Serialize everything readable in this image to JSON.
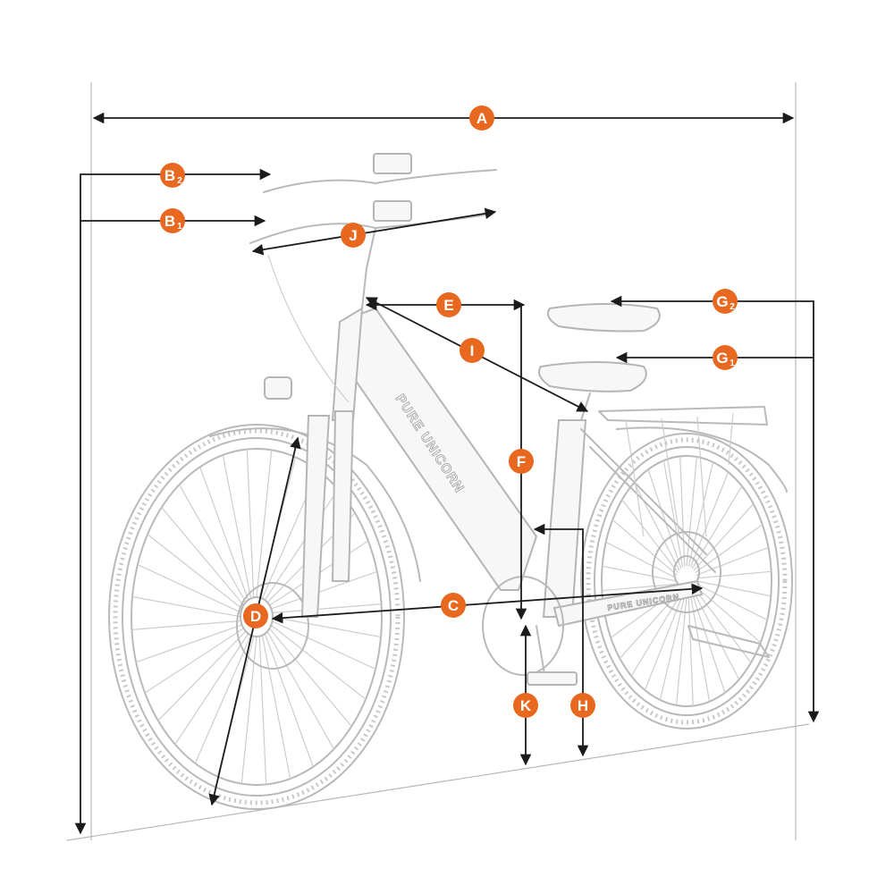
{
  "brand": {
    "frame_text": "PURE UNICORN",
    "chainstay_text": "PURE UNICORN"
  },
  "colors": {
    "badge": "#e8681f",
    "dimension_line": "#1b1b1b",
    "sketch": "#b9b9b9"
  },
  "dimensions": {
    "A": {
      "letter": "A",
      "sub": ""
    },
    "B2": {
      "letter": "B",
      "sub": "2"
    },
    "B1": {
      "letter": "B",
      "sub": "1"
    },
    "J": {
      "letter": "J",
      "sub": ""
    },
    "E": {
      "letter": "E",
      "sub": ""
    },
    "I": {
      "letter": "I",
      "sub": ""
    },
    "F": {
      "letter": "F",
      "sub": ""
    },
    "G2": {
      "letter": "G",
      "sub": "2"
    },
    "G1": {
      "letter": "G",
      "sub": "1"
    },
    "C": {
      "letter": "C",
      "sub": ""
    },
    "D": {
      "letter": "D",
      "sub": ""
    },
    "K": {
      "letter": "K",
      "sub": ""
    },
    "H": {
      "letter": "H",
      "sub": ""
    }
  }
}
